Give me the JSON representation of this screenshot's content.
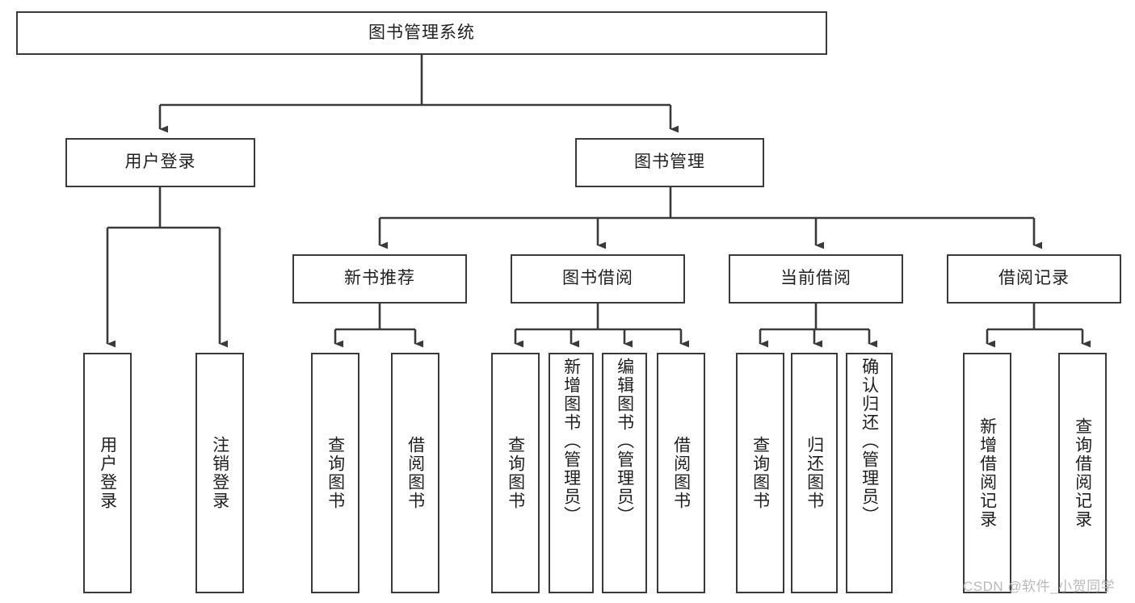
{
  "diagram": {
    "title": "图书管理系统",
    "type": "hierarchy-tree",
    "root": {
      "label": "图书管理系统"
    },
    "level2": [
      {
        "label": "用户登录"
      },
      {
        "label": "图书管理"
      }
    ],
    "level3": [
      {
        "label": "新书推荐"
      },
      {
        "label": "图书借阅"
      },
      {
        "label": "当前借阅"
      },
      {
        "label": "借阅记录"
      }
    ],
    "leaves": {
      "user_login": [
        {
          "label": "用户登录"
        },
        {
          "label": "注销登录"
        }
      ],
      "new_book_recommend": [
        {
          "label": "查询图书"
        },
        {
          "label": "借阅图书"
        }
      ],
      "book_borrow": [
        {
          "label": "查询图书"
        },
        {
          "label": "新增图书（管理员）"
        },
        {
          "label": "编辑图书（管理员）"
        },
        {
          "label": "借阅图书"
        }
      ],
      "current_borrow": [
        {
          "label": "查询图书"
        },
        {
          "label": "归还图书"
        },
        {
          "label": "确认归还（管理员）"
        }
      ],
      "borrow_record": [
        {
          "label": "新增借阅记录"
        },
        {
          "label": "查询借阅记录"
        }
      ]
    }
  },
  "watermark": {
    "text": "CSDN @软件_小贺同学"
  },
  "colors": {
    "stroke": "#3a3a3a",
    "text": "#1f1f1f",
    "background": "#ffffff",
    "watermark": "#b9b9b9"
  }
}
